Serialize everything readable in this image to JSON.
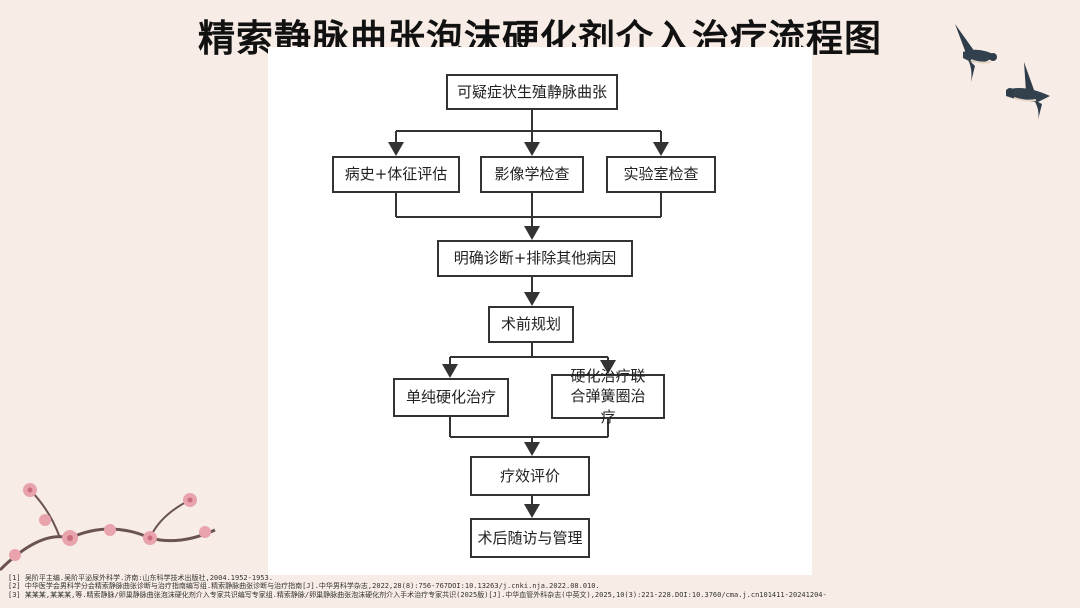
{
  "title": "精索静脉曲张泡沫硬化剂介入治疗流程图",
  "flowchart": {
    "start": "可疑症状生殖静脉曲张",
    "assess_history": "病史+体征评估",
    "assess_imaging": "影像学检查",
    "assess_lab": "实验室检查",
    "diagnosis": "明确诊断+排除其他病因",
    "plan": "术前规划",
    "treat_simple": "单纯硬化治疗",
    "treat_combined": "硬化治疗联合弹簧圈治疗",
    "evaluate": "疗效评价",
    "followup": "术后随访与管理"
  },
  "references": [
    "[1] 吴阶平主编.吴阶平泌尿外科学.济南:山东科学技术出版社,2004.1952-1953.",
    "[2] 中华医学会男科学分会精索静脉曲张诊断与治疗指南编写组.精索静脉曲张诊断与治疗指南[J].中华男科学杂志,2022,28(8):756-767DOI:10.13263/j.cnki.nja.2022.08.010.",
    "[3] 某某某,某某某,等.精索静脉/卵巢静脉曲张泡沫硬化剂介入专家共识编写专家组.精索静脉/卵巢静脉曲张泡沫硬化剂介入手术治疗专家共识(2025版)[J].中华血管外科杂志(中英文),2025,10(3):221-228.DOI:10.3760/cma.j.cn101411-20241204-"
  ]
}
